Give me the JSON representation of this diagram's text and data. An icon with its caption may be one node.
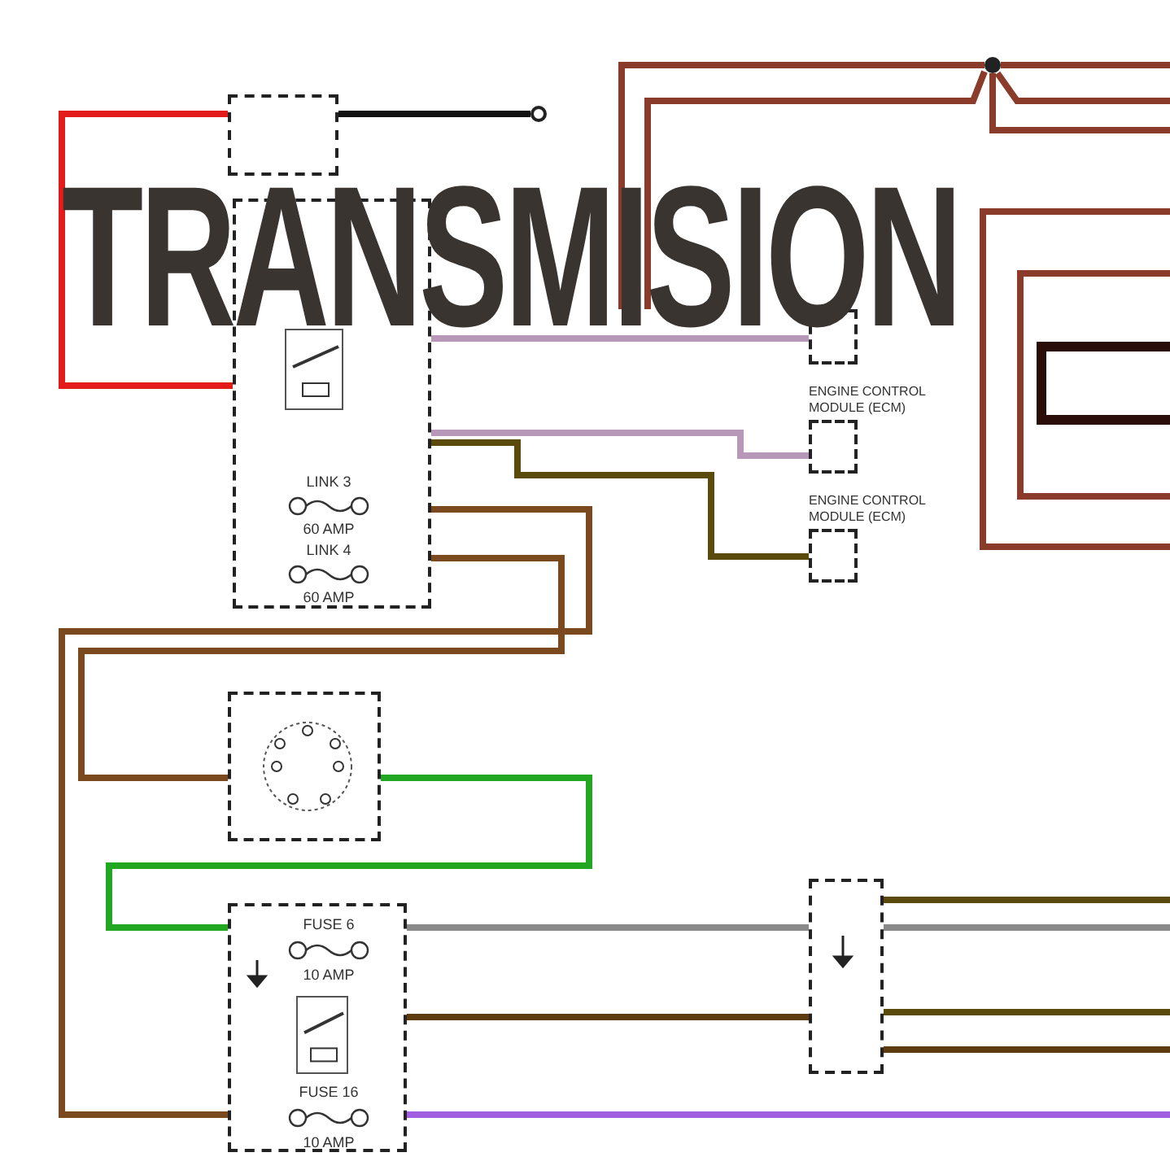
{
  "diagram": {
    "title": "TRANSMISION",
    "nodes": [
      {
        "text": [],
        "shape": "box"
      },
      {
        "text": [],
        "shape": "box"
      },
      {
        "text": [],
        "shape": "box",
        "in": 1
      },
      {
        "text": [
          "LINK 3",
          "60 AMP"
        ],
        "in": 1
      },
      {
        "text": [
          "LINK 4",
          "60 AMP"
        ],
        "in": 1
      },
      {
        "text": [],
        "shape": "circle"
      },
      {
        "text": [],
        "shape": "box"
      },
      {
        "text": [
          "ENGINE CONTROL MODULE (ECM)"
        ]
      },
      {
        "text": [
          "ENGINE CONTROL MODULE (ECM)"
        ]
      },
      {
        "text": [],
        "shape": "circle"
      },
      {
        "text": [],
        "shape": "box"
      },
      {
        "text": [],
        "shape": "box"
      },
      {
        "text": [
          "FUSE 6",
          "10 AMP"
        ],
        "in": 11
      },
      {
        "text": [],
        "shape": "box",
        "in": 11
      },
      {
        "text": [
          "FUSE 16",
          "10 AMP"
        ],
        "in": 11
      },
      {
        "text": [],
        "shape": "box"
      }
    ],
    "edges": [
      {
        "from": 0,
        "to": 1,
        "arrow": "none",
        "color": "#e31b1b"
      },
      {
        "from": 0,
        "to": 9,
        "arrow": "none",
        "color": "#111111"
      },
      {
        "from": 1,
        "to": 6,
        "arrow": "none",
        "color": "#b898b8"
      },
      {
        "from": 1,
        "to": 7,
        "arrow": "none",
        "color": "#b898b8"
      },
      {
        "from": 1,
        "to": 8,
        "arrow": "none",
        "color": "#5a4a0c"
      },
      {
        "from": 1,
        "to": 11,
        "arrow": "none",
        "color": "#7a4a1e"
      },
      {
        "from": 1,
        "to": 10,
        "arrow": "none",
        "color": "#7a4a1e"
      },
      {
        "from": 10,
        "to": 11,
        "arrow": "none",
        "color": "#22a722"
      },
      {
        "from": 11,
        "to": 15,
        "arrow": "none",
        "color": "#8a8a8a"
      },
      {
        "from": 11,
        "to": 15,
        "arrow": "none",
        "color": "#5e3c10"
      },
      {
        "from": 11,
        "to": null,
        "arrow": "none",
        "color": "#a05ee0"
      },
      {
        "from": 15,
        "to": null,
        "arrow": "none",
        "color": "#5a4a0c"
      },
      {
        "from": 15,
        "to": null,
        "arrow": "none",
        "color": "#8a8a8a"
      },
      {
        "from": 15,
        "to": null,
        "arrow": "none",
        "color": "#5a4a0c"
      },
      {
        "from": 15,
        "to": null,
        "arrow": "none",
        "color": "#5e3c10"
      },
      {
        "from": null,
        "to": 5,
        "arrow": "none",
        "color": "#8a3b2a"
      },
      {
        "from": null,
        "to": 5,
        "arrow": "none",
        "color": "#8a3b2a"
      },
      {
        "from": 5,
        "to": null,
        "arrow": "none",
        "color": "#8a3b2a"
      },
      {
        "from": 5,
        "to": null,
        "arrow": "none",
        "color": "#8a3b2a"
      },
      {
        "from": 5,
        "to": null,
        "arrow": "none",
        "color": "#8a3b2a"
      }
    ]
  }
}
